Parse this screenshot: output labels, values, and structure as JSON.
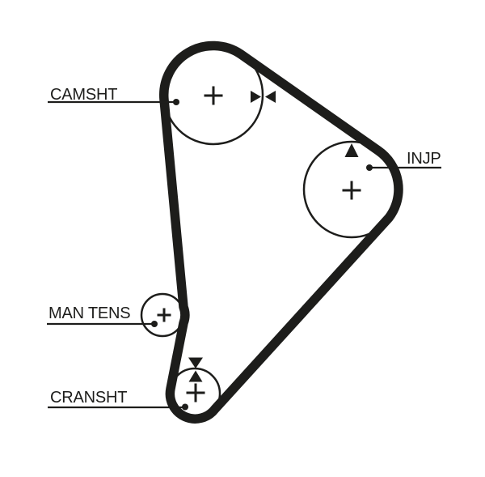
{
  "diagram": {
    "type": "timing-belt-routing",
    "colors": {
      "ink": "#1d1d1b",
      "background": "#ffffff"
    },
    "pulleys": [
      {
        "id": "camshaft",
        "label": "CAMSHT",
        "marker": "opposed-horizontal-triangles"
      },
      {
        "id": "injection-pump",
        "label": "INJP",
        "marker": "up-triangle"
      },
      {
        "id": "manual-tensioner",
        "label": "MAN TENS",
        "marker": "none"
      },
      {
        "id": "crankshaft",
        "label": "CRANSHT",
        "marker": "opposed-vertical-triangles"
      }
    ]
  }
}
